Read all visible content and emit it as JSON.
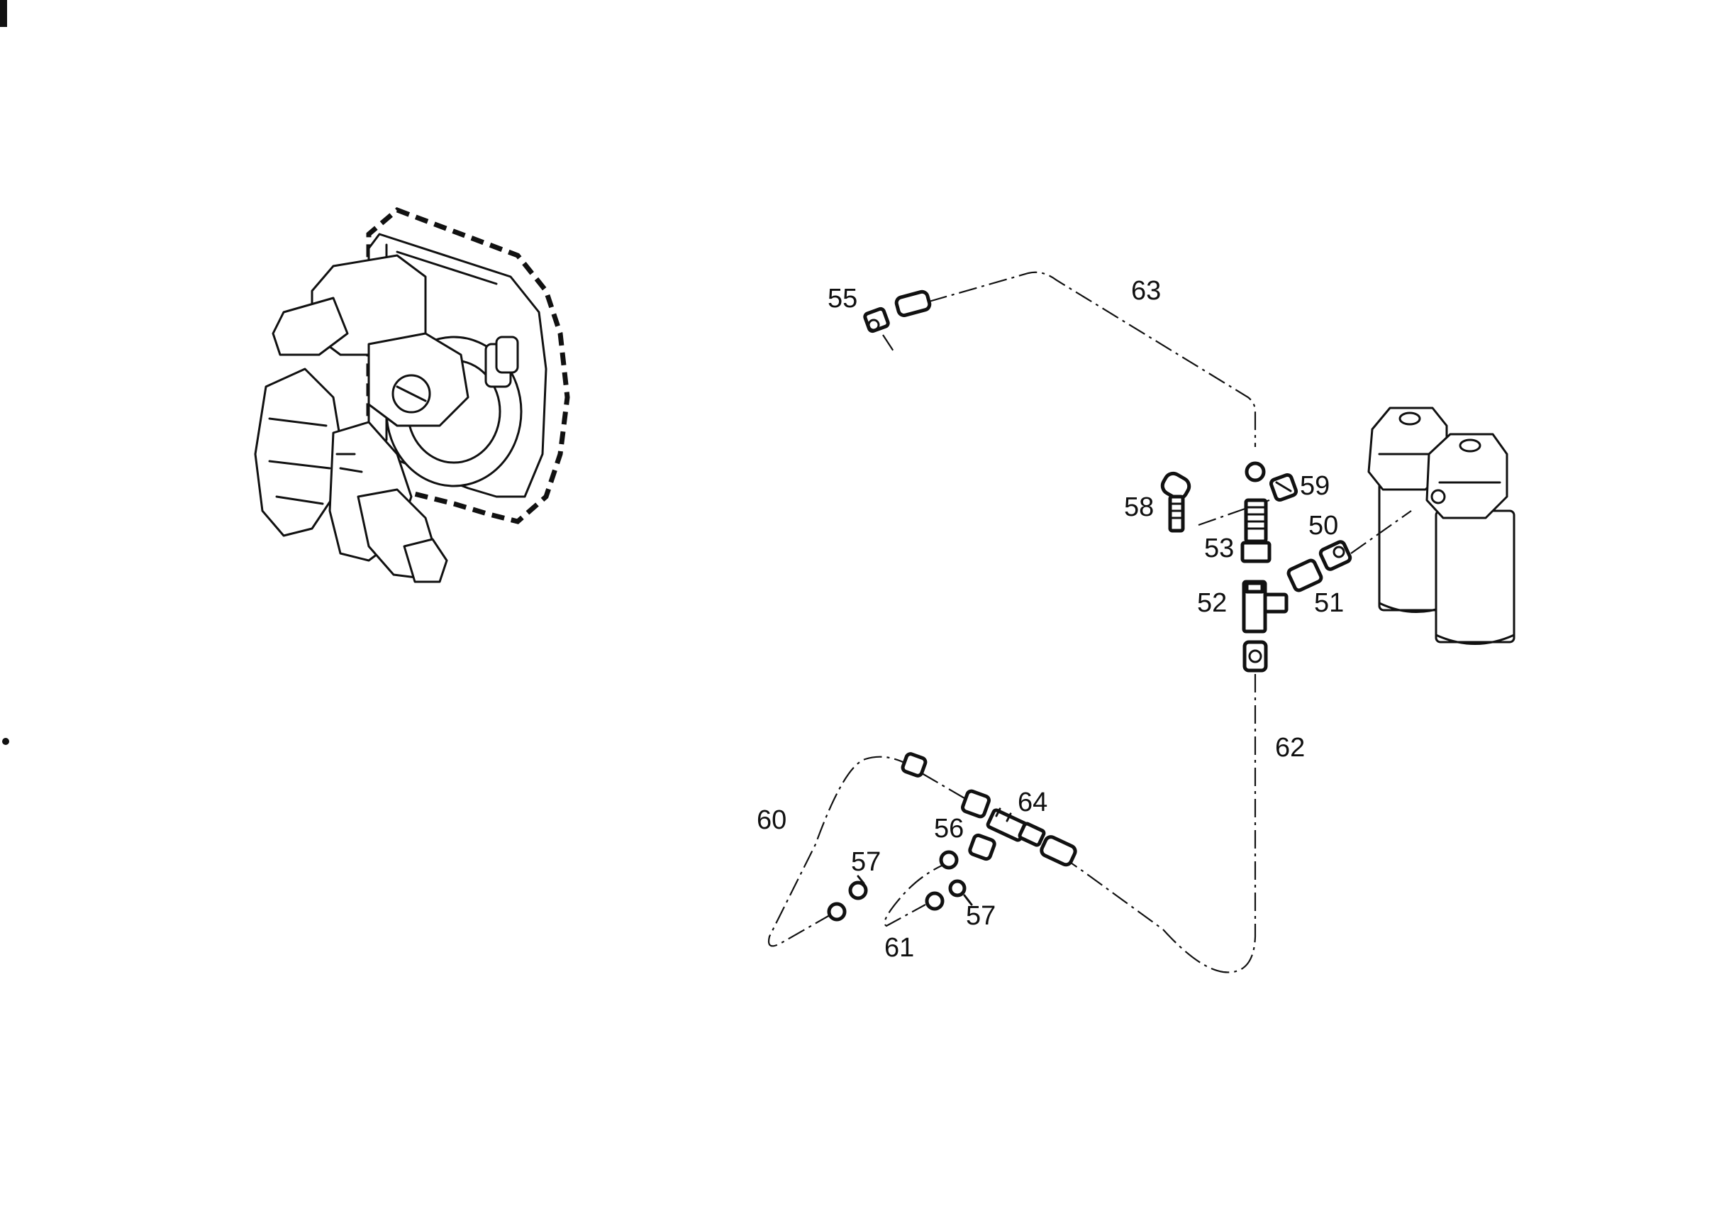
{
  "diagram": {
    "callouts": {
      "p50": "50",
      "p51": "51",
      "p52": "52",
      "p53": "53",
      "p55": "55",
      "p56": "56",
      "p57a": "57",
      "p57b": "57",
      "p58": "58",
      "p59": "59",
      "p60": "60",
      "p61": "61",
      "p62": "62",
      "p63": "63",
      "p64": "64"
    },
    "colors": {
      "ink": "#111111",
      "paper": "#ffffff"
    }
  }
}
